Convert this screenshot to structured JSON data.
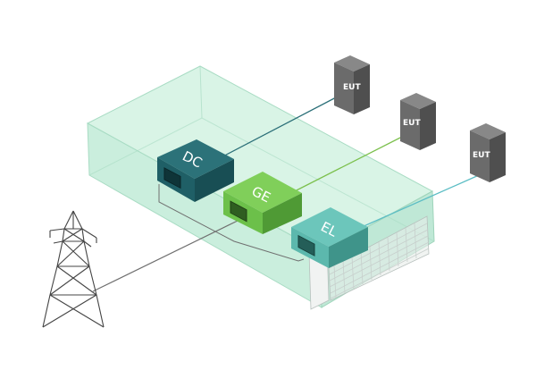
{
  "diagram": {
    "units": [
      {
        "id": "dc",
        "label": "DC",
        "color": "#1f5f66"
      },
      {
        "id": "ge",
        "label": "GE",
        "color": "#6cc04a"
      },
      {
        "id": "el",
        "label": "EL",
        "color": "#5cb8ad"
      }
    ],
    "euts": [
      {
        "id": "eut1",
        "label": "EUT"
      },
      {
        "id": "eut2",
        "label": "EUT"
      },
      {
        "id": "eut3",
        "label": "EUT"
      }
    ],
    "colors": {
      "enclosure": "#b8e8d2",
      "tower": "#444444",
      "eut": "#6b6b6b",
      "wire_dc": "#2b6f78",
      "wire_ge": "#7cc04d",
      "wire_el": "#5bbdc4",
      "wire_grid": "#707070"
    }
  }
}
